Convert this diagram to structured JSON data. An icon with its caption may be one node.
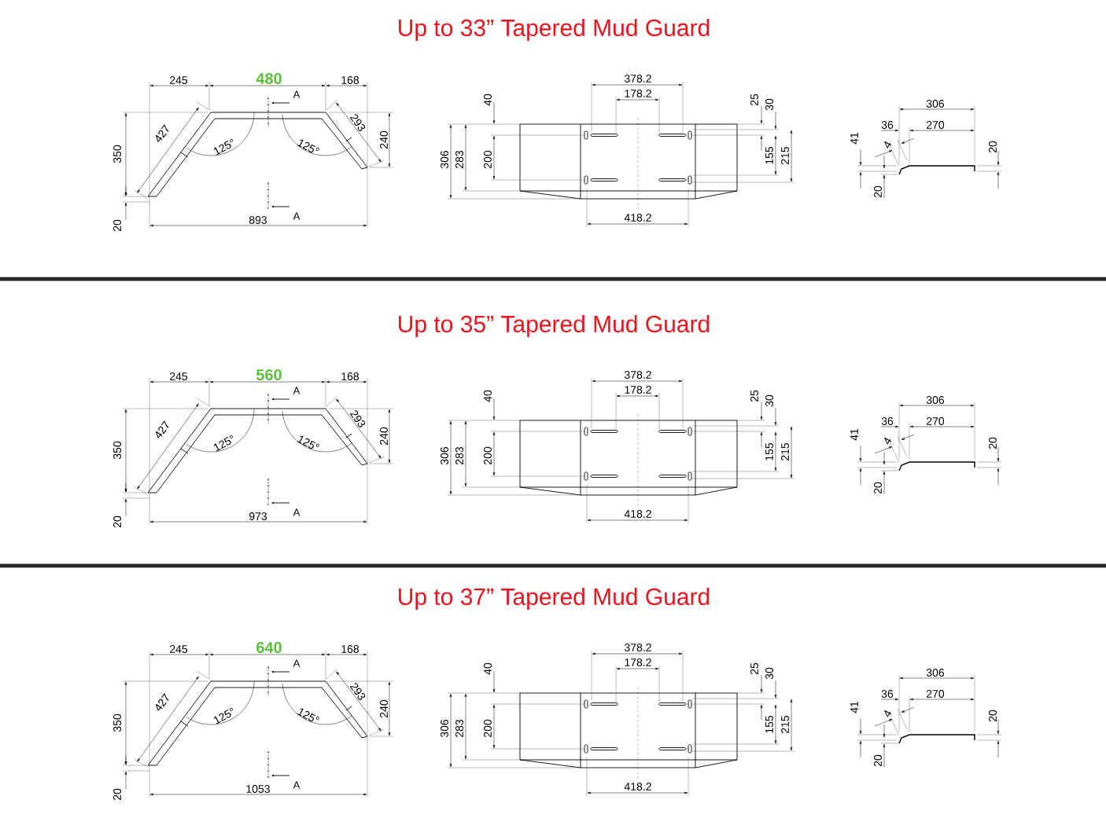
{
  "diagram": {
    "labels": [
      "Up to 33” Tapered Mud Guard",
      "245",
      "480",
      "168",
      "A",
      "427",
      "293",
      "350",
      "125°",
      "125°",
      "240",
      "893",
      "A",
      "20",
      "378.2",
      "178.2",
      "40",
      "25",
      "30",
      "306",
      "283",
      "200",
      "155",
      "215",
      "418.2",
      "306",
      "36",
      "270",
      "41",
      "4",
      "20",
      "20",
      "Up to 35” Tapered Mud Guard",
      "245",
      "560",
      "168",
      "A",
      "427",
      "293",
      "350",
      "125°",
      "125°",
      "240",
      "973",
      "A",
      "20",
      "378.2",
      "178.2",
      "40",
      "25",
      "30",
      "306",
      "283",
      "200",
      "155",
      "215",
      "418.2",
      "306",
      "36",
      "270",
      "41",
      "4",
      "20",
      "20",
      "Up to 37” Tapered Mud Guard",
      "245",
      "640",
      "168",
      "A",
      "427",
      "293",
      "350",
      "125°",
      "125°",
      "240",
      "1053",
      "A",
      "20",
      "378.2",
      "178.2",
      "40",
      "25",
      "30",
      "306",
      "283",
      "200",
      "155",
      "215",
      "418.2",
      "306",
      "36",
      "270",
      "41",
      "4",
      "20",
      "20"
    ]
  }
}
